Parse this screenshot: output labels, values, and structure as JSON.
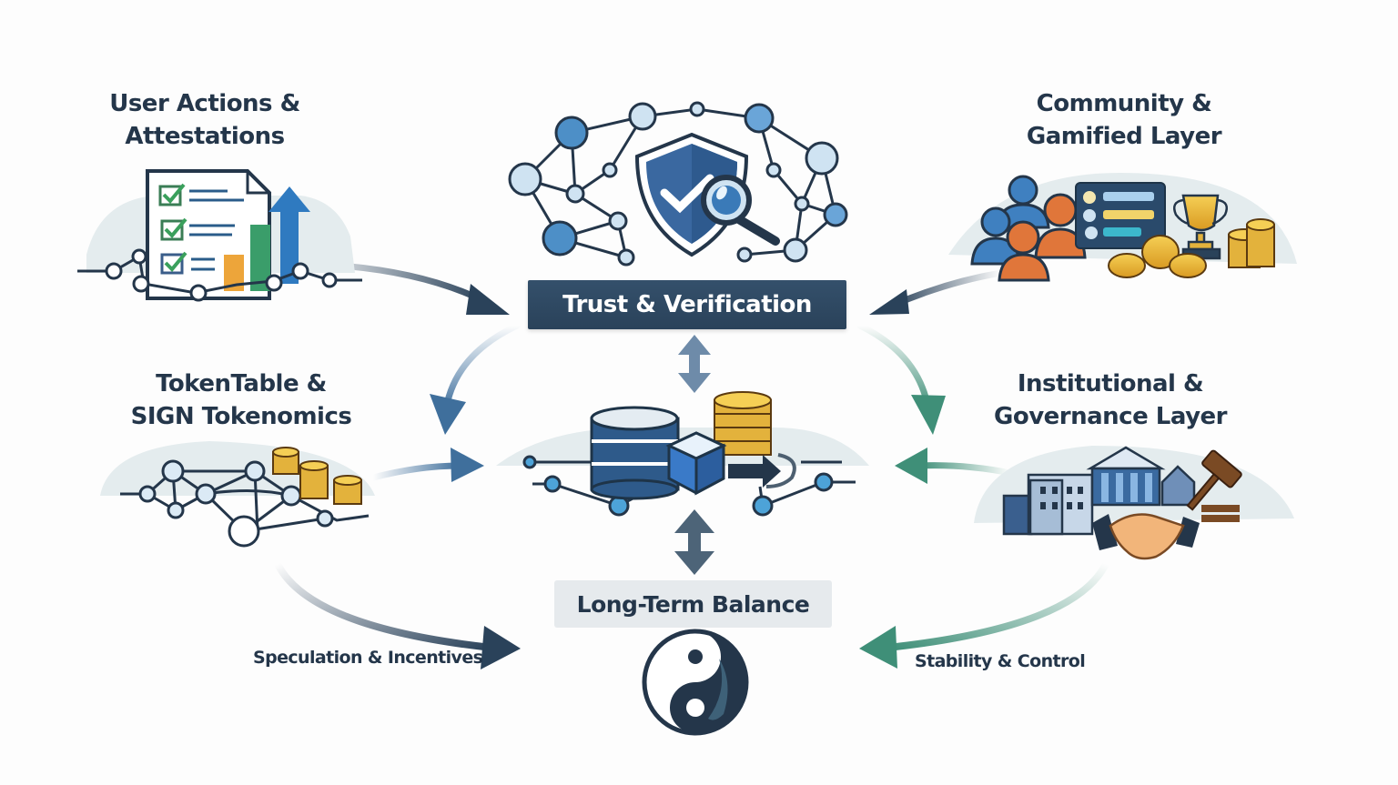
{
  "diagram": {
    "nodes": {
      "user_actions": {
        "line1": "User Actions &",
        "line2": "Attestations"
      },
      "community": {
        "line1": "Community &",
        "line2": "Gamified Layer"
      },
      "tokentable": {
        "line1": "TokenTable &",
        "line2": "SIGN Tokenomics"
      },
      "institutional": {
        "line1": "Institutional &",
        "line2": "Governance Layer"
      },
      "trust": {
        "label": "Trust & Verification"
      },
      "balance": {
        "label": "Long-Term Balance"
      }
    },
    "flows": {
      "left_bottom": "Speculation & Incentives",
      "right_bottom": "Stability & Control"
    },
    "icons": {
      "user_actions": "checklist-document-chart-icon",
      "trust": "shield-magnifier-network-icon",
      "community": "people-trophy-coins-icon",
      "tokentable": "network-coins-icon",
      "core": "database-cube-coins-icon",
      "institutional": "buildings-handshake-gavel-icon",
      "balance": "yin-yang-icon"
    },
    "colors": {
      "navy": "#2a425a",
      "blue": "#3a6fa8",
      "light_blue": "#cfe3f2",
      "green": "#3f8f78",
      "gold": "#e3b23c",
      "orange": "#e0763a",
      "text": "#24364a"
    }
  }
}
